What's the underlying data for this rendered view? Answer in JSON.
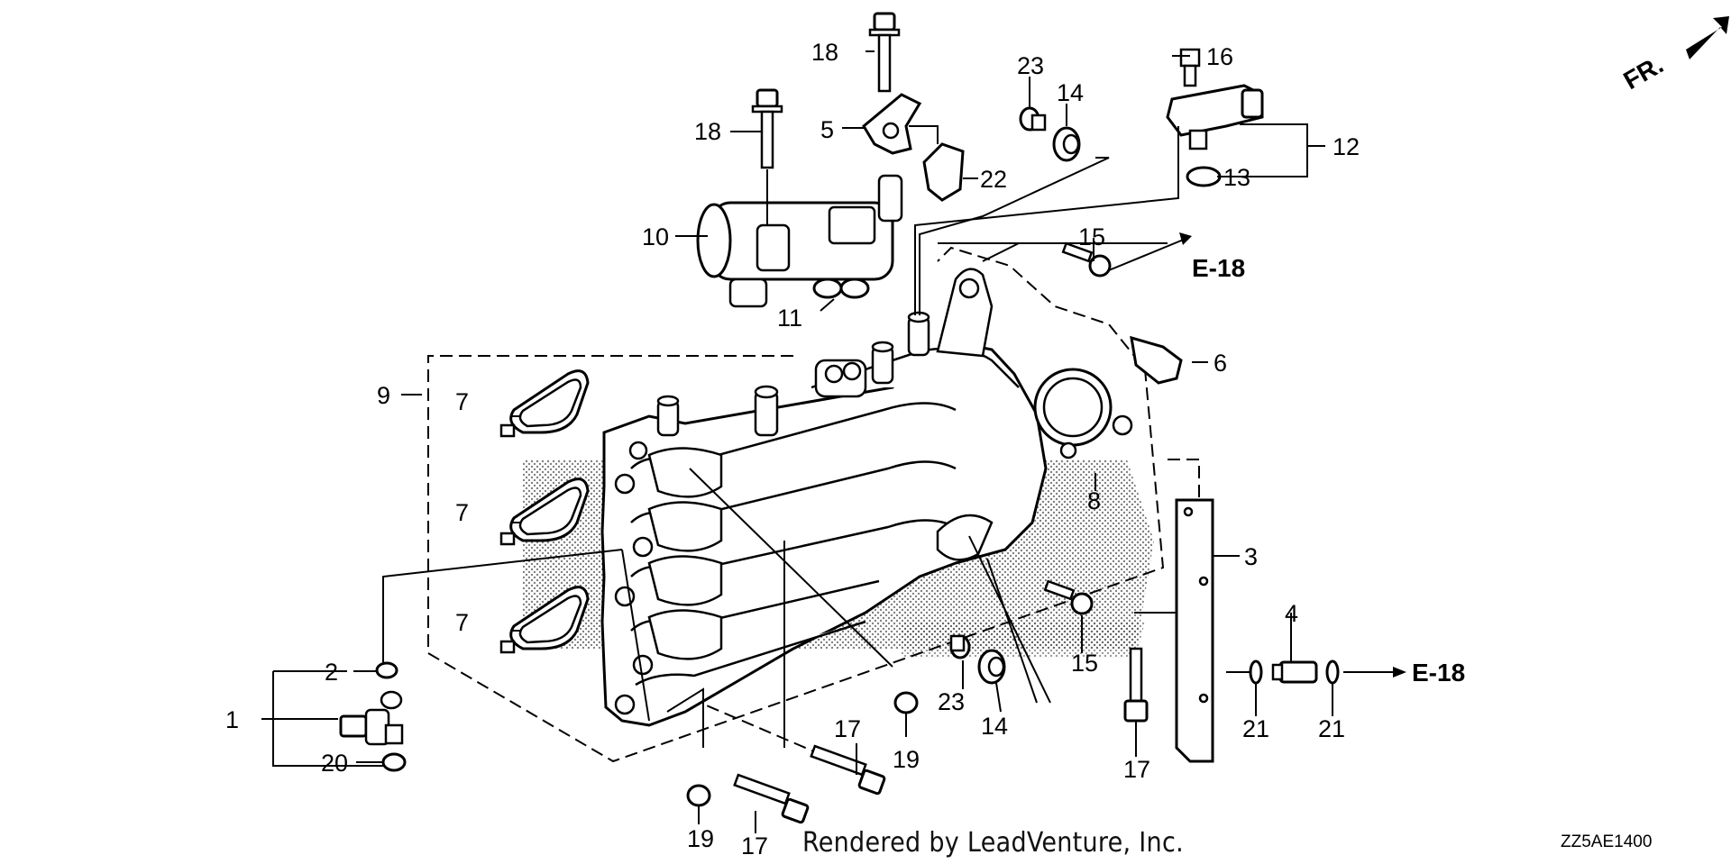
{
  "diagram": {
    "labels": {
      "p1": "1",
      "p2": "2",
      "p3": "3",
      "p4": "4",
      "p5": "5",
      "p6": "6",
      "p7a": "7",
      "p7b": "7",
      "p7c": "7",
      "p8": "8",
      "p9": "9",
      "p10": "10",
      "p11": "11",
      "p12": "12",
      "p13": "13",
      "p14a": "14",
      "p14b": "14",
      "p15a": "15",
      "p15b": "15",
      "p16": "16",
      "p17a": "17",
      "p17b": "17",
      "p17c": "17",
      "p18a": "18",
      "p18b": "18",
      "p19a": "19",
      "p19b": "19",
      "p20": "20",
      "p21a": "21",
      "p21b": "21",
      "p22": "22",
      "p23a": "23",
      "p23b": "23"
    },
    "refs": {
      "e18_top": "E-18",
      "e18_right": "E-18"
    },
    "front_marker": "FR.",
    "credit": "Rendered by LeadVenture, Inc.",
    "diagram_code": "ZZ5AE1400"
  }
}
